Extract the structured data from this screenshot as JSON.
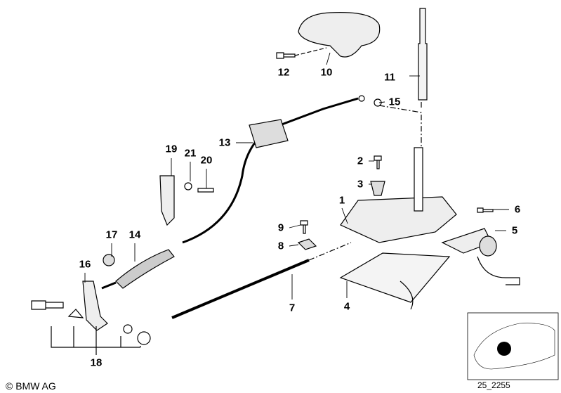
{
  "diagram": {
    "callouts": [
      {
        "id": "1",
        "label": "1"
      },
      {
        "id": "2",
        "label": "2"
      },
      {
        "id": "3",
        "label": "3"
      },
      {
        "id": "4",
        "label": "4"
      },
      {
        "id": "5",
        "label": "5"
      },
      {
        "id": "6",
        "label": "6"
      },
      {
        "id": "7",
        "label": "7"
      },
      {
        "id": "8",
        "label": "8"
      },
      {
        "id": "9",
        "label": "9"
      },
      {
        "id": "10",
        "label": "10"
      },
      {
        "id": "11",
        "label": "11"
      },
      {
        "id": "12",
        "label": "12"
      },
      {
        "id": "13",
        "label": "13"
      },
      {
        "id": "14",
        "label": "14"
      },
      {
        "id": "15",
        "label": "15"
      },
      {
        "id": "16",
        "label": "16"
      },
      {
        "id": "17",
        "label": "17"
      },
      {
        "id": "18",
        "label": "18"
      },
      {
        "id": "19",
        "label": "19"
      },
      {
        "id": "20",
        "label": "20"
      },
      {
        "id": "21",
        "label": "21"
      }
    ],
    "copyright": "© BMW AG",
    "reference_code": "25_2255"
  }
}
